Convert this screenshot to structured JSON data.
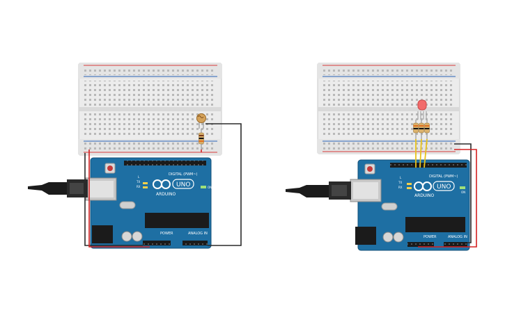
{
  "circuits": [
    {
      "id": "circuit-photoresistor",
      "board_logo": "ARDUINO",
      "board_model": "UNO",
      "digital_label": "DIGITAL (PWM~)",
      "power_label": "POWER",
      "analog_label": "ANALOG IN",
      "tx_label": "TX",
      "rx_label": "RX",
      "l_label": "L",
      "on_label": "ON",
      "components": [
        "photoresistor",
        "resistor"
      ]
    },
    {
      "id": "circuit-rgb-led",
      "board_logo": "ARDUINO",
      "board_model": "UNO",
      "digital_label": "DIGITAL (PWM~)",
      "power_label": "POWER",
      "analog_label": "ANALOG IN",
      "tx_label": "TX",
      "rx_label": "RX",
      "l_label": "L",
      "on_label": "ON",
      "components": [
        "rgb-led",
        "resistor",
        "resistor",
        "resistor"
      ]
    }
  ],
  "colors": {
    "board": "#1e6fa3",
    "board_dark": "#14527a",
    "breadboard": "#e9e9e9",
    "rail_red": "#d93a3a",
    "rail_blue": "#2a64b8",
    "wire_black": "#2a2a2a",
    "wire_red": "#d42020",
    "wire_yellow": "#e8c21a",
    "led_red": "#f26b6b"
  }
}
